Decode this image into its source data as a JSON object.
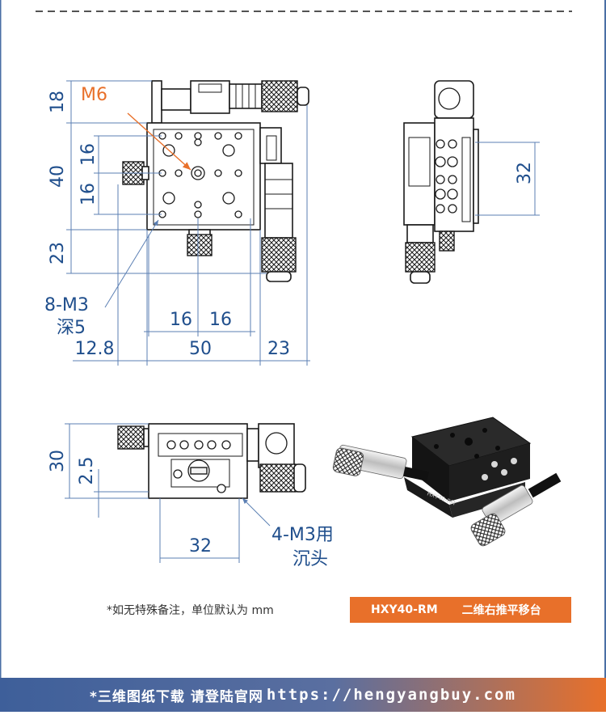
{
  "colors": {
    "accent_orange": "#e8702a",
    "dimension_blue": "#1f4e8c",
    "side_border": "#4a6fa5",
    "footer_gradient_start": "#3e5f9a",
    "footer_gradient_end": "#e8702a",
    "badge_bg": "#e8702a"
  },
  "front_view": {
    "callout_thread": "M6",
    "left_dims": [
      "18",
      "40",
      "23"
    ],
    "inner_dims": [
      "16",
      "16"
    ],
    "hole_callout_line1": "8-M3",
    "hole_callout_line2": "深5",
    "bottom_inner_dims": [
      "16",
      "16"
    ],
    "bottom_dims": [
      "12.8",
      "50",
      "23"
    ]
  },
  "side_view": {
    "dim": "32"
  },
  "bottom_view": {
    "height_dims": [
      "30",
      "2.5"
    ],
    "width_dim": "32",
    "mount_callout_line1": "4-M3用",
    "mount_callout_line2": "沉头"
  },
  "footnote": "*如无特殊备注，单位默认为 mm",
  "product_badge": {
    "model": "HXY40-RM",
    "name": "二维右推平移台"
  },
  "photo_labels": {
    "engraving": "HXY40-RM"
  },
  "footer": {
    "label": "*三维图纸下载 请登陆官网",
    "url": "https://hengyangbuy.com"
  }
}
